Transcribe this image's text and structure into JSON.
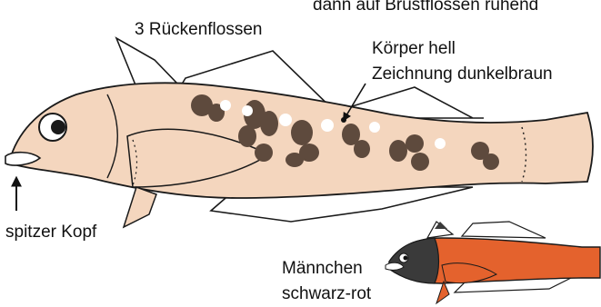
{
  "labels": {
    "resting_on_fins": "dann auf Brustflossen ruhend",
    "dorsal_fins": "3 Rückenflossen",
    "body_light": "Körper hell",
    "markings_dark_brown": "Zeichnung dunkelbraun",
    "pointed_head": "spitzer Kopf",
    "male": "Männchen",
    "male_colors": "schwarz-rot"
  },
  "colors": {
    "body": "#F4D6BE",
    "markings": "#5E4A3D",
    "outline": "#1A1A1A",
    "male_body": "#E4622D",
    "male_head": "#3A3A3A",
    "background": "#FFFFFF"
  },
  "icons": [
    "arrow-icon"
  ]
}
